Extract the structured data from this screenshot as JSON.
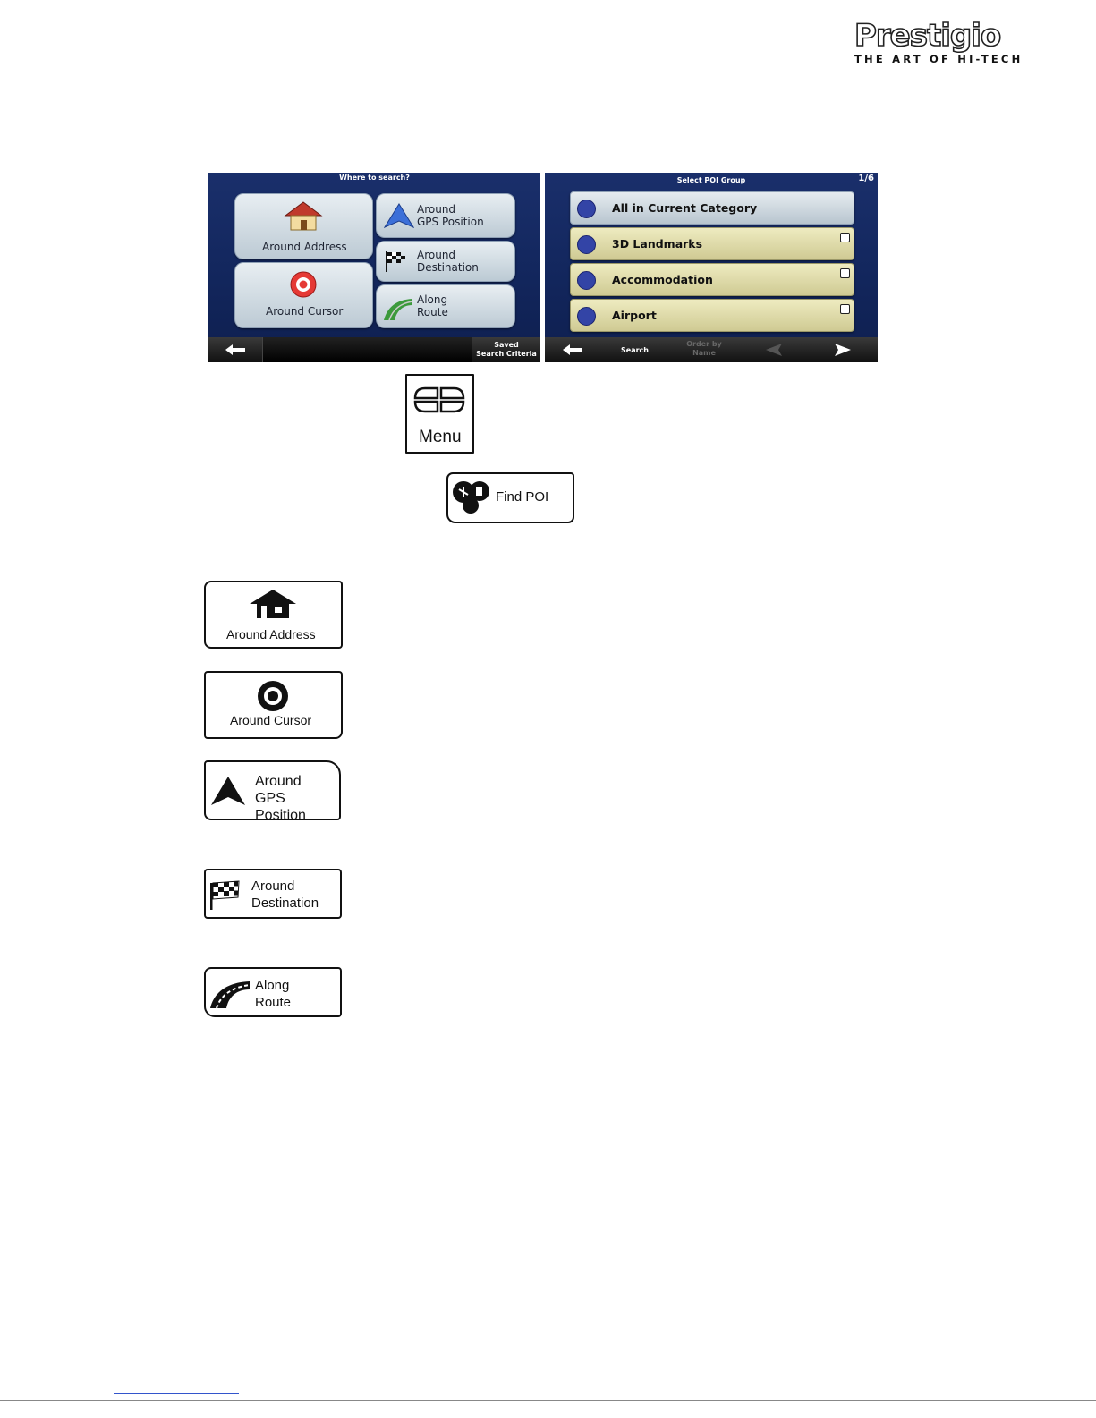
{
  "logo": {
    "brand": "Prestigio",
    "tagline": "THE ART OF HI-TECH"
  },
  "screen1": {
    "title": "Where to search?",
    "tiles": {
      "around_address": "Around Address",
      "around_cursor": "Around Cursor",
      "around_gps": "Around\nGPS Position",
      "around_destination": "Around\nDestination",
      "along_route": "Along\nRoute"
    },
    "saved_search": "Saved\nSearch Criteria"
  },
  "screen2": {
    "title": "Select POI Group",
    "page_indicator": "1/6",
    "rows": [
      "All in Current Category",
      "3D Landmarks",
      "Accommodation",
      "Airport"
    ],
    "bottom": {
      "search": "Search",
      "order_by": "Order by\nName"
    }
  },
  "buttons": {
    "menu": "Menu",
    "find_poi": "Find POI",
    "around_address": "Around Address",
    "around_cursor": "Around Cursor",
    "around_gps": "Around\nGPS Position",
    "around_destination": "Around\nDestination",
    "along_route": "Along\nRoute"
  }
}
